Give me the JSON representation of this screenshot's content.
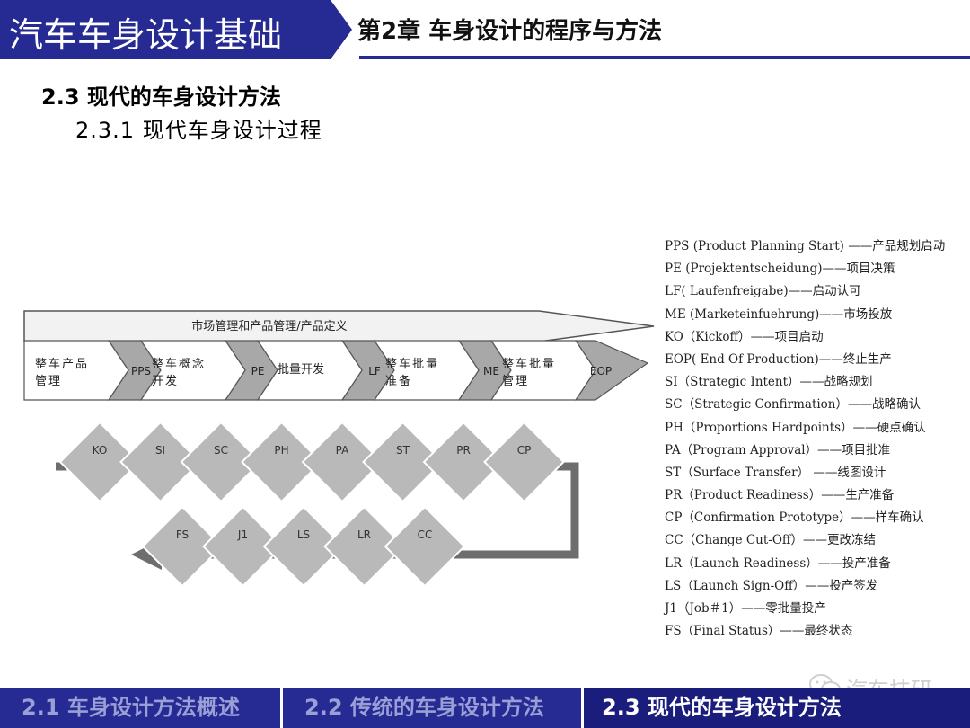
{
  "header": {
    "course_title": "汽车车身设计基础",
    "chapter_title": "第2章  车身设计的程序与方法",
    "colors": {
      "navy": "#262a93",
      "accent": "#3b3fa6"
    }
  },
  "section_title": "2.3  现代的车身设计方法",
  "subsection_title": "2.3.1  现代车身设计过程",
  "diagram": {
    "banner_label": "市场管理和产品管理/产品定义",
    "phases": [
      {
        "line1": "整车产品",
        "line2": "管理",
        "milestone": "PPS"
      },
      {
        "line1": "整车概念",
        "line2": "开发",
        "milestone": "PE"
      },
      {
        "line1": "批量开发",
        "line2": "",
        "milestone": "LF"
      },
      {
        "line1": "整车批量",
        "line2": "准备",
        "milestone": "ME"
      },
      {
        "line1": "整车批量",
        "line2": "管理",
        "milestone": "EOP"
      }
    ],
    "gates_top": [
      "KO",
      "SI",
      "SC",
      "PH",
      "PA",
      "ST",
      "PR",
      "CP"
    ],
    "gates_bottom": [
      "FS",
      "J1",
      "LS",
      "LR",
      "CC"
    ],
    "colors": {
      "phase_fill": "#ffffff",
      "milestone_fill": "#a8a8a8",
      "gate_fill": "#b9b9b9",
      "flow_line": "#6e6e6e"
    }
  },
  "legend": [
    "PPS (Product Planning Start) ——产品规划启动",
    "PE (Projektentscheidung)——项目决策",
    "LF( Laufenfreigabe)——启动认可",
    "ME (Marketeinfuehrung)——市场投放",
    "KO（Kickoff）——项目启动",
    "EOP( End Of Production)——终止生产",
    "SI（Strategic Intent）——战略规划",
    "SC（Strategic Confirmation）——战略确认",
    "PH（Proportions Hardpoints）——硬点确认",
    "PA（Program Approval）——项目批准",
    "ST（Surface Transfer） ——线图设计",
    "PR（Product Readiness）——生产准备",
    "CP（Confirmation Prototype）——样车确认",
    "CC（Change Cut-Off）——更改冻结",
    "LR（Launch Readiness）——投产准备",
    "LS（Launch Sign-Off）——投产签发",
    "J1（Job＃1）——零批量投产",
    "FS（Final Status）——最终状态"
  ],
  "watermark": {
    "text": "汽车技研",
    "icon": "wechat-icon"
  },
  "footer": {
    "tabs": [
      {
        "label": "2.1  车身设计方法概述"
      },
      {
        "label": "2.2  传统的车身设计方法"
      },
      {
        "label": "2.3  现代的车身设计方法"
      }
    ]
  }
}
